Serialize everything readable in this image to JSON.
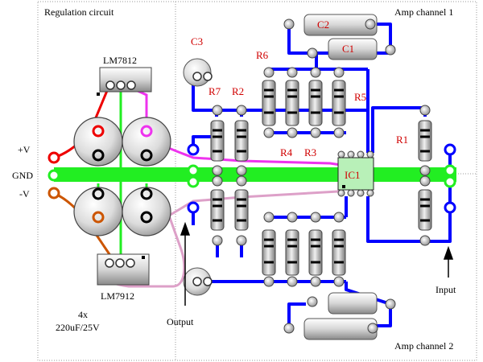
{
  "sections": {
    "regulation": "Regulation circuit",
    "amp1": "Amp channel 1",
    "amp2": "Amp channel 2"
  },
  "regulators": {
    "positive": "LM7812",
    "negative": "LM7912"
  },
  "supply": {
    "pos": "+V",
    "gnd": "GND",
    "neg": "-V"
  },
  "caps_note": {
    "line1": "4x",
    "line2": "220uF/25V"
  },
  "components": {
    "c1": "C1",
    "c2": "C2",
    "c3": "C3",
    "r1": "R1",
    "r2": "R2",
    "r3": "R3",
    "r4": "R4",
    "r5": "R5",
    "r6": "R6",
    "r7": "R7",
    "ic1": "IC1"
  },
  "io": {
    "output": "Output",
    "input": "Input"
  },
  "colors": {
    "trace": "#0000ff",
    "gnd_bus": "#22ee22",
    "pos_wire": "#ee0000",
    "neg_wire": "#cc5500",
    "magenta_wire": "#ee33ee",
    "pink_wire": "#dda0c8"
  }
}
